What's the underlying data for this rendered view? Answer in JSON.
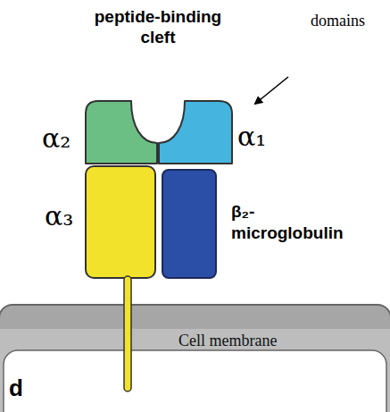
{
  "diagram": {
    "nodes": [
      {
        "text": [
          "α₂"
        ]
      },
      {
        "text": [
          "α₁"
        ]
      },
      {
        "text": [
          "α₃"
        ]
      },
      {
        "text": [
          "β₂-microglobulin"
        ]
      },
      {
        "text": [
          "Cell membrane"
        ]
      }
    ],
    "labels": [
      "peptide-binding cleft",
      "domains",
      "d"
    ]
  }
}
